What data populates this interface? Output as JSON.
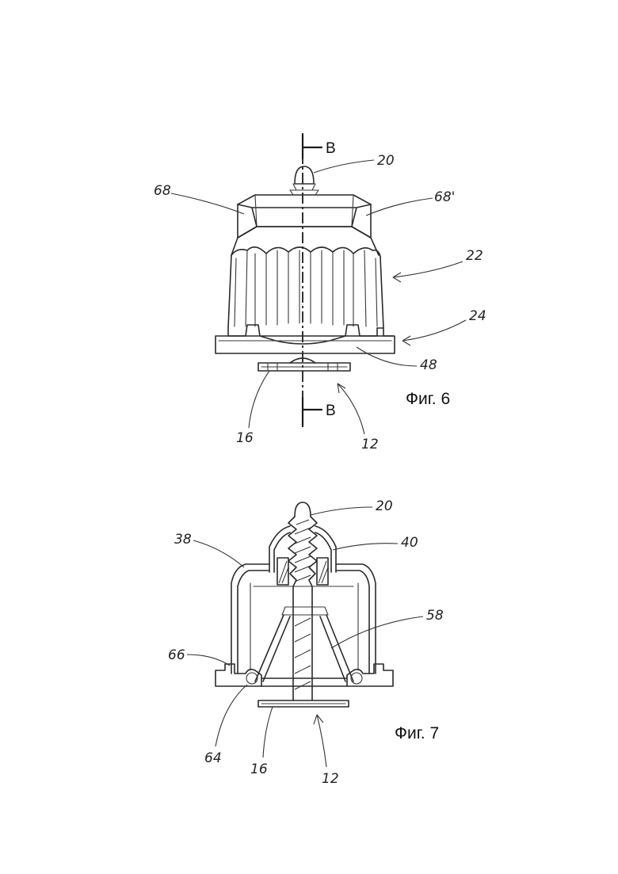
{
  "figure6": {
    "caption": "Фиг. 6",
    "section_top": "B",
    "section_bottom": "B",
    "labels": {
      "l20": "20",
      "l68": "68",
      "l68p": "68'",
      "l22": "22",
      "l24": "24",
      "l48": "48",
      "l16": "16",
      "l12": "12"
    }
  },
  "figure7": {
    "caption": "Фиг. 7",
    "labels": {
      "l20": "20",
      "l38": "38",
      "l40": "40",
      "l58": "58",
      "l66": "66",
      "l64": "64",
      "l16": "16",
      "l12": "12"
    }
  }
}
